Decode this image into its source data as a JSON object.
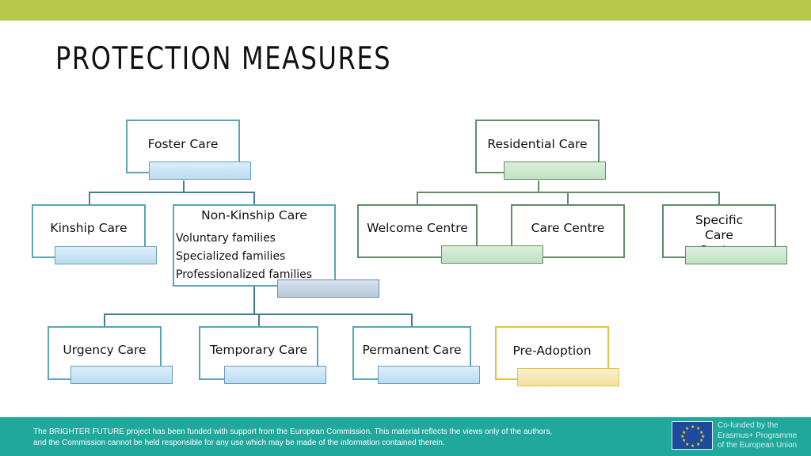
{
  "header": {
    "title": "PROTECTION MEASURES"
  },
  "diagram": {
    "foster_care": "Foster Care",
    "residential_care": "Residential Care",
    "kinship_care": "Kinship Care",
    "non_kinship_care": {
      "title": "Non-Kinship Care",
      "items": [
        "Voluntary families",
        "Specialized families",
        "Professionalized families"
      ]
    },
    "welcome_centre": "Welcome Centre",
    "care_centre": "Care Centre",
    "specific_care_centre": "Specific Care Centre",
    "urgency_care": "Urgency Care",
    "temporary_care": "Temporary Care",
    "permanent_care": "Permanent Care",
    "pre_adoption": "Pre-Adoption"
  },
  "footer": {
    "disclaimer_line1": "The BRIGHTER FUTURE project has been funded with support from the European Commission. This material reflects the views only of the authors,",
    "disclaimer_line2": "and the Commission cannot be held responsible for any use which may be made of the information contained therein.",
    "cofunded_line1": "Co-funded by the",
    "cofunded_line2": "Erasmus+ Programme",
    "cofunded_line3": "of the European Union"
  },
  "colors": {
    "top_bar": "#b5c84a",
    "footer": "#21a89c",
    "blue_border": "#5aa5b8",
    "green_border": "#5e8e64",
    "yellow_border": "#e6c23e"
  }
}
